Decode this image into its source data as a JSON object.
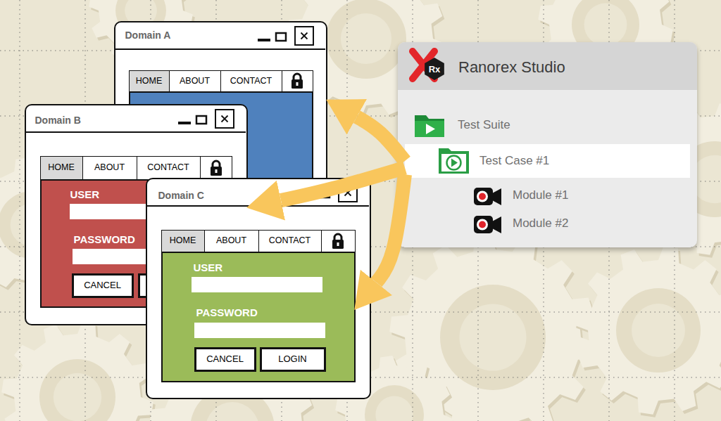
{
  "diagram": {
    "nodes": [
      {
        "text": [
          "Domain A"
        ]
      },
      {
        "text": [
          "HOME"
        ],
        "in": 0
      },
      {
        "text": [
          "ABOUT"
        ],
        "in": 0
      },
      {
        "text": [
          "CONTACT"
        ],
        "in": 0
      },
      {
        "text": [
          "Domain B"
        ]
      },
      {
        "text": [
          "HOME"
        ],
        "in": 4
      },
      {
        "text": [
          "ABOUT"
        ],
        "in": 4
      },
      {
        "text": [
          "CONTACT"
        ],
        "in": 4
      },
      {
        "text": [
          "USER",
          "PASSWORD"
        ],
        "in": 4
      },
      {
        "text": [
          "CANCEL"
        ],
        "in": 8
      },
      {
        "text": [
          "Domain C"
        ]
      },
      {
        "text": [
          "HOME"
        ],
        "in": 10
      },
      {
        "text": [
          "ABOUT"
        ],
        "in": 10
      },
      {
        "text": [
          "CONTACT"
        ],
        "in": 10
      },
      {
        "text": [
          "USER",
          "PASSWORD"
        ],
        "in": 10
      },
      {
        "text": [
          "CANCEL"
        ],
        "in": 14
      },
      {
        "text": [
          "LOGIN"
        ],
        "in": 14
      },
      {
        "text": [
          "Ranorex Studio"
        ]
      },
      {
        "text": [
          "Test Suite"
        ],
        "in": 17
      },
      {
        "text": [
          "Test Case #1"
        ],
        "in": 17
      },
      {
        "text": [
          "Module #1"
        ],
        "in": 17
      },
      {
        "text": [
          "Module #2"
        ],
        "in": 17
      }
    ],
    "edges": [
      {
        "from": 19,
        "to": 0,
        "arrow": "to"
      },
      {
        "from": 19,
        "to": 4,
        "arrow": "to"
      },
      {
        "from": 19,
        "to": 14,
        "arrow": "to"
      }
    ],
    "labels": [
      "Rx"
    ]
  }
}
